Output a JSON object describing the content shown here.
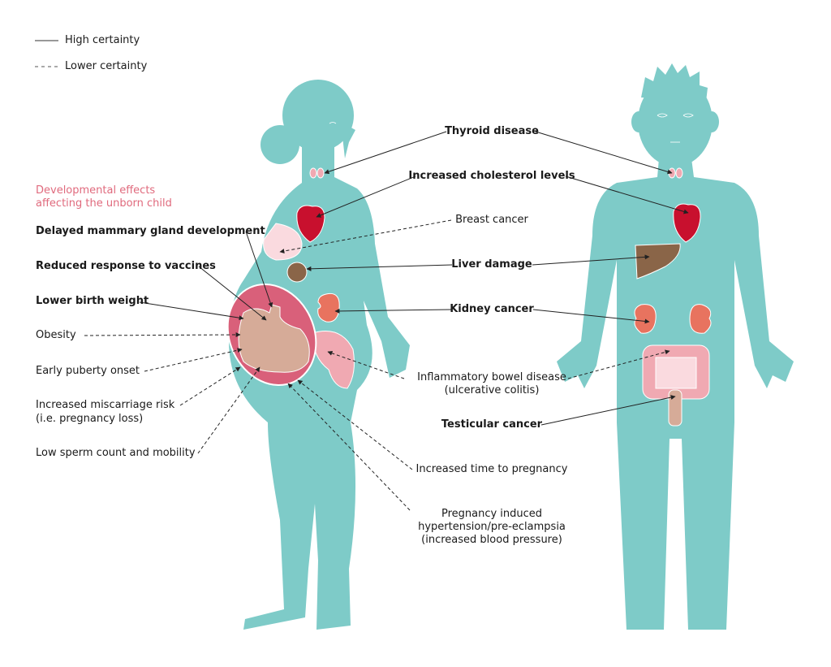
{
  "legend": {
    "high": "High certainty",
    "lower": "Lower certainty"
  },
  "colors": {
    "body": "#7ecbc8",
    "uterus": "#d9607a",
    "fetus": "#d6ab98",
    "heart": "#c8102e",
    "liver": "#8a6548",
    "kidney": "#e8735f",
    "bowel": "#f0a9b2",
    "breast": "#fadadf",
    "accent": "#e06a7d"
  },
  "left": {
    "section_title": [
      "Developmental effects",
      "affecting the unborn child"
    ],
    "items": [
      "Delayed mammary gland development",
      "Reduced response to vaccines",
      "Lower birth weight",
      "Obesity",
      "Early puberty onset",
      "Increased miscarriage risk",
      "(i.e. pregnancy loss)",
      "Low sperm count and mobility"
    ]
  },
  "center": {
    "thyroid": "Thyroid disease",
    "cholesterol": "Increased cholesterol levels",
    "breast": "Breast cancer",
    "liver": "Liver damage",
    "kidney": "Kidney cancer",
    "ibd": [
      "Inflammatory bowel disease",
      "(ulcerative colitis)"
    ],
    "testicular": "Testicular cancer",
    "time": "Increased time to pregnancy",
    "hypertension": [
      "Pregnancy induced",
      "hypertension/pre-eclampsia",
      "(increased blood pressure)"
    ]
  }
}
